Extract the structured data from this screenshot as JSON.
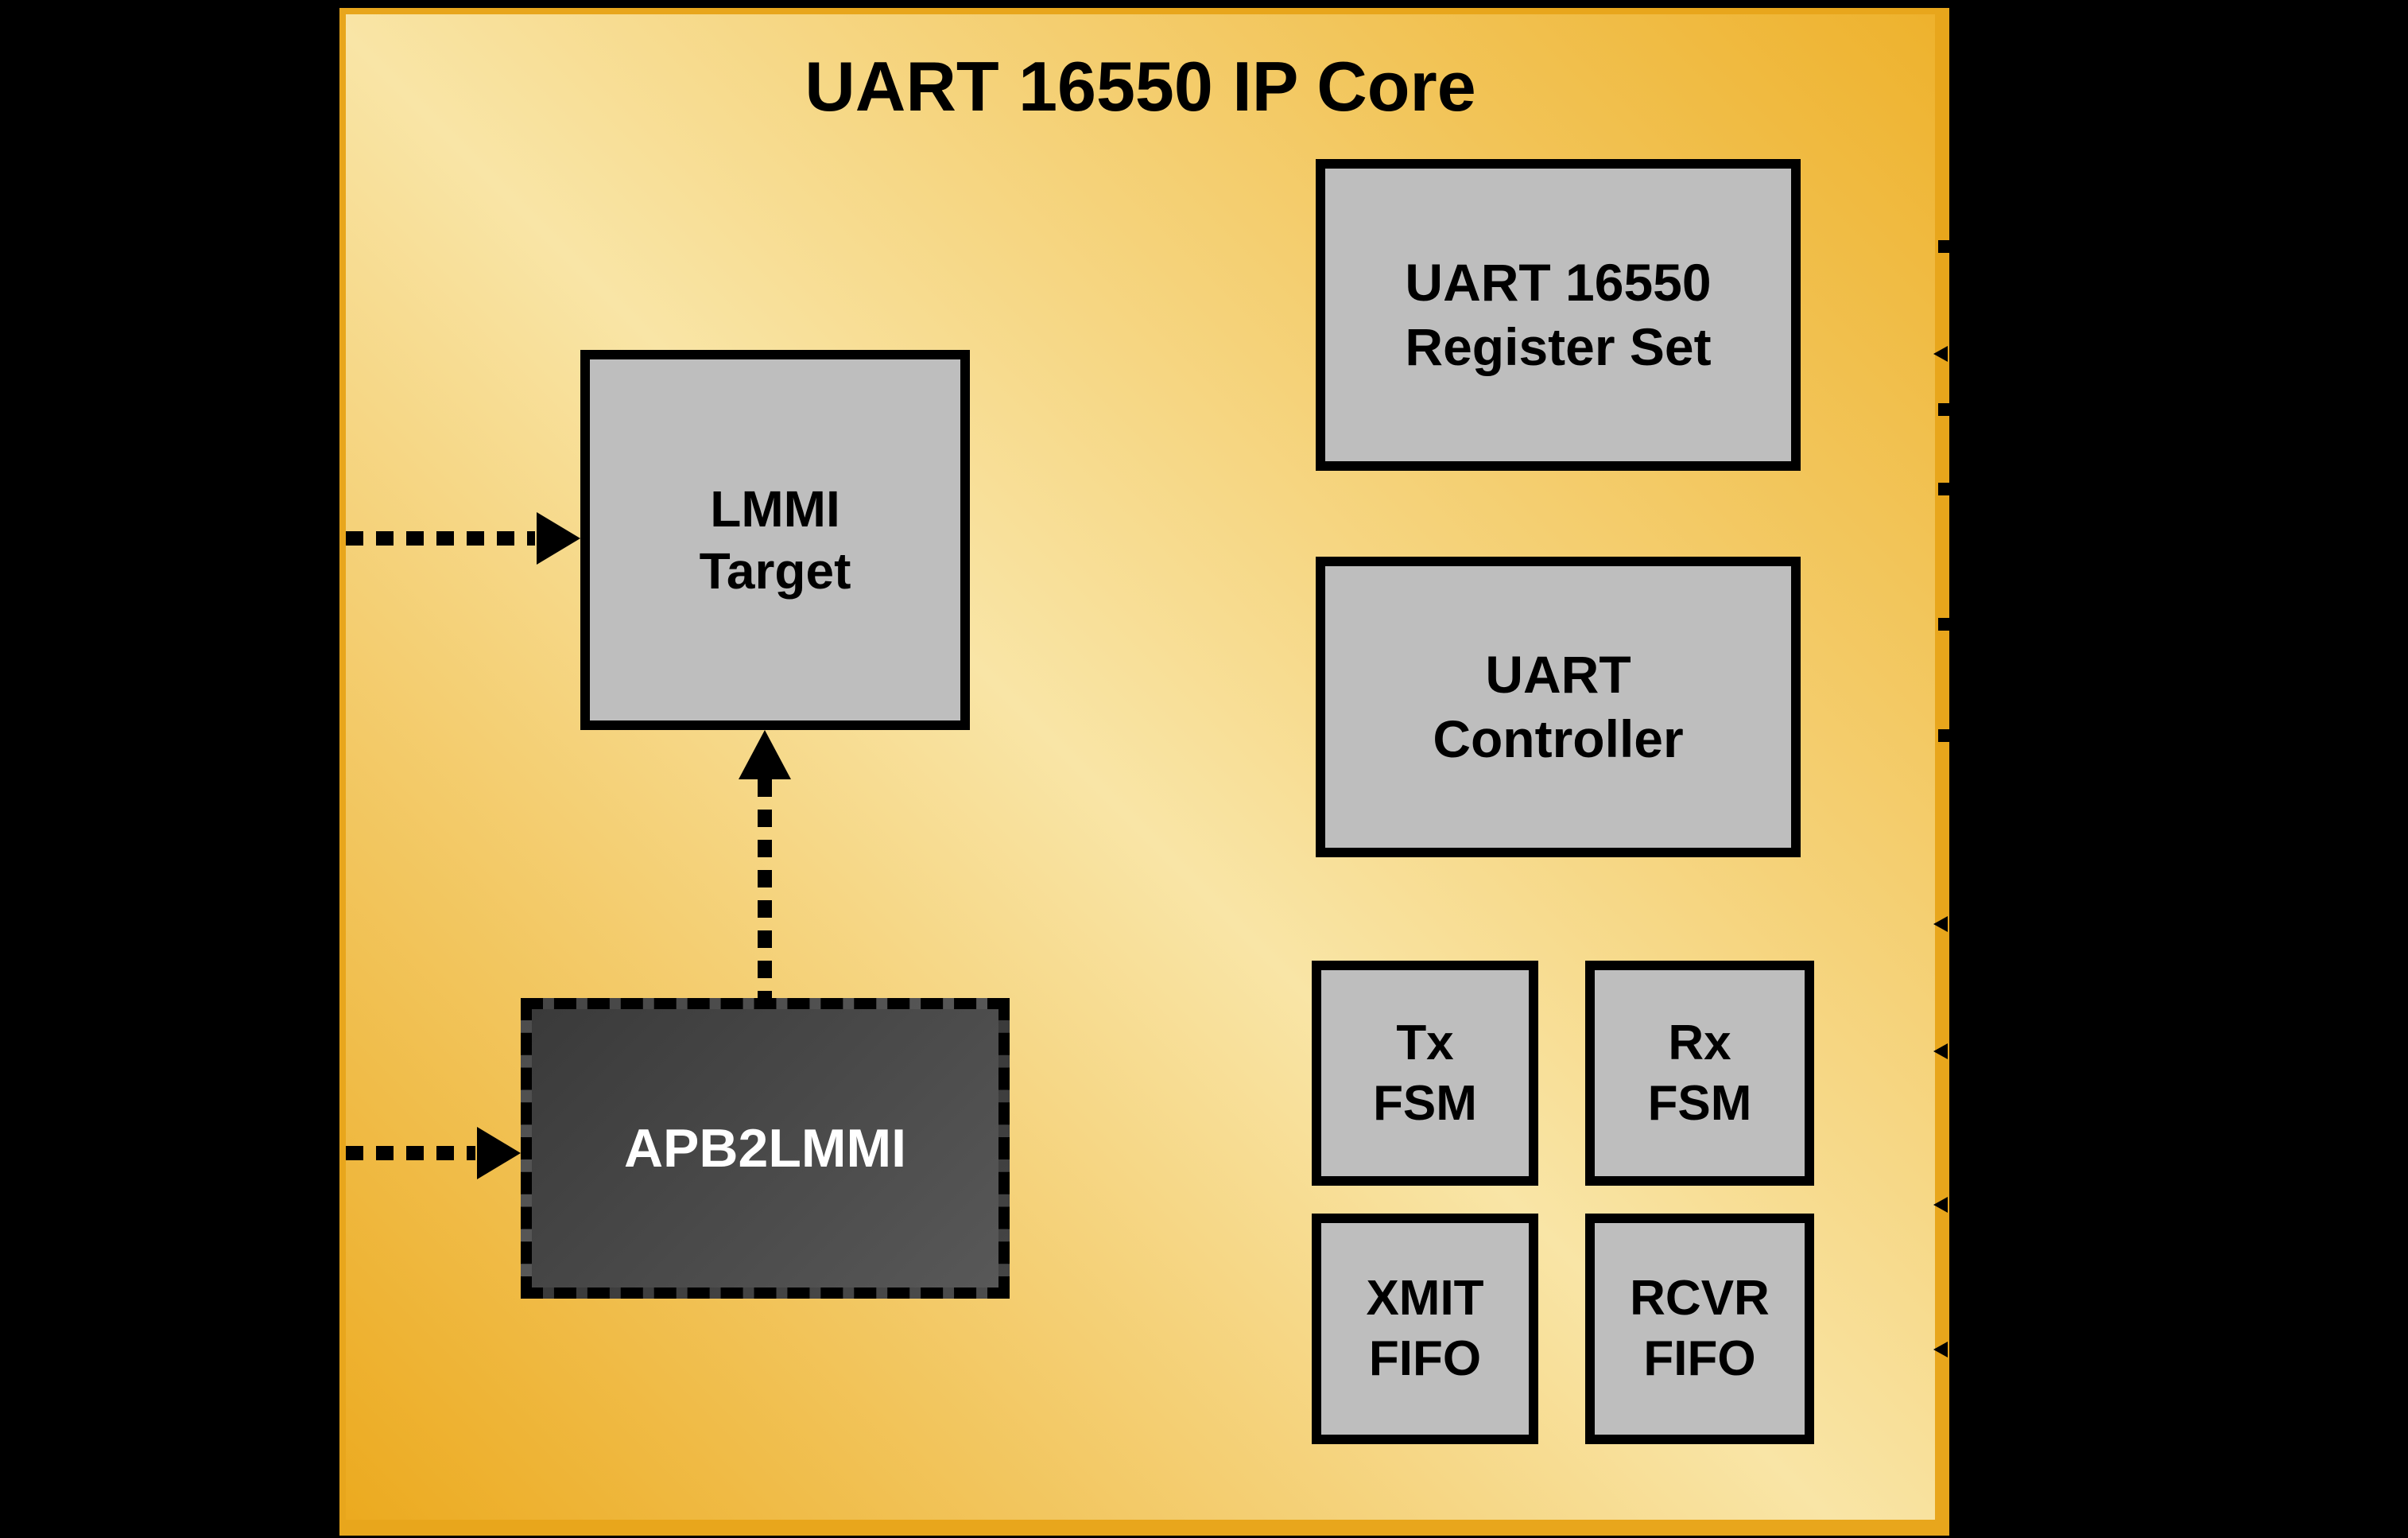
{
  "title": "UART 16550 IP Core",
  "blocks": {
    "lmmi_target": {
      "line1": "LMMI",
      "line2": "Target"
    },
    "apb2lmmi": {
      "label": "APB2LMMI"
    },
    "register_set": {
      "line1": "UART 16550",
      "line2": "Register Set"
    },
    "uart_controller": {
      "line1": "UART",
      "line2": "Controller"
    },
    "tx_fsm": {
      "line1": "Tx",
      "line2": "FSM"
    },
    "rx_fsm": {
      "line1": "Rx",
      "line2": "FSM"
    },
    "xmit_fifo": {
      "line1": "XMIT",
      "line2": "FIFO"
    },
    "rcvr_fifo": {
      "line1": "RCVR",
      "line2": "FIFO"
    }
  },
  "colors": {
    "page_background": "#000000",
    "panel_gradient_dark_top_right": "#eeb22d",
    "panel_gradient_light_center": "#f9e5a6",
    "panel_gradient_dark_bottom_left": "#ecaa1f",
    "panel_border": "#e8a61c",
    "block_fill": "#bebebe",
    "block_border": "#000000",
    "dark_block_fill_start": "#3a3a3a",
    "dark_block_fill_end": "#585858",
    "dark_block_text": "#ffffff",
    "label_text": "#000000"
  }
}
